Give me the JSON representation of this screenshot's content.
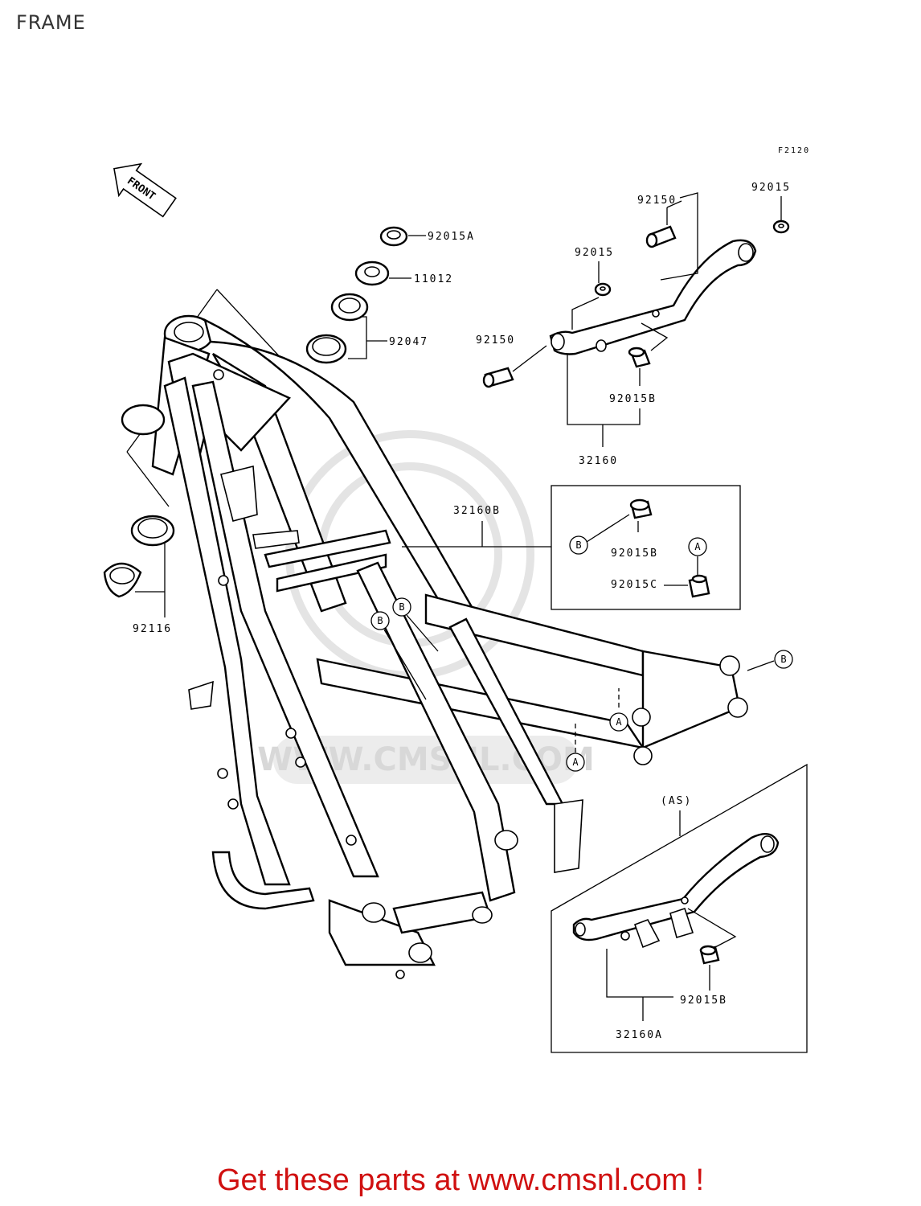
{
  "page": {
    "title": "FRAME"
  },
  "diagram": {
    "figure_code": "F2120",
    "front_label": "FRONT",
    "parts": {
      "p92015A": "92015A",
      "p11012": "11012",
      "p92047": "92047",
      "p92116": "92116",
      "p92150_top": "92150",
      "p92015_top": "92015",
      "p92015_mid": "92015",
      "p92150_mid": "92150",
      "p92015B_stand": "92015B",
      "p32160": "32160",
      "p32160B": "32160B",
      "p92015B_box": "92015B",
      "p92015C": "92015C",
      "p92015B_as": "92015B",
      "p32160A": "32160A"
    },
    "as_label": "(AS)",
    "markers": {
      "a": "A",
      "b": "B"
    },
    "watermark_text": "WWW.CMSNL.COM"
  },
  "footer": {
    "cta": "Get these parts at www.cmsnl.com !"
  },
  "colors": {
    "cta": "#d01010",
    "line": "#000000",
    "watermark": "#e4e4e4"
  }
}
